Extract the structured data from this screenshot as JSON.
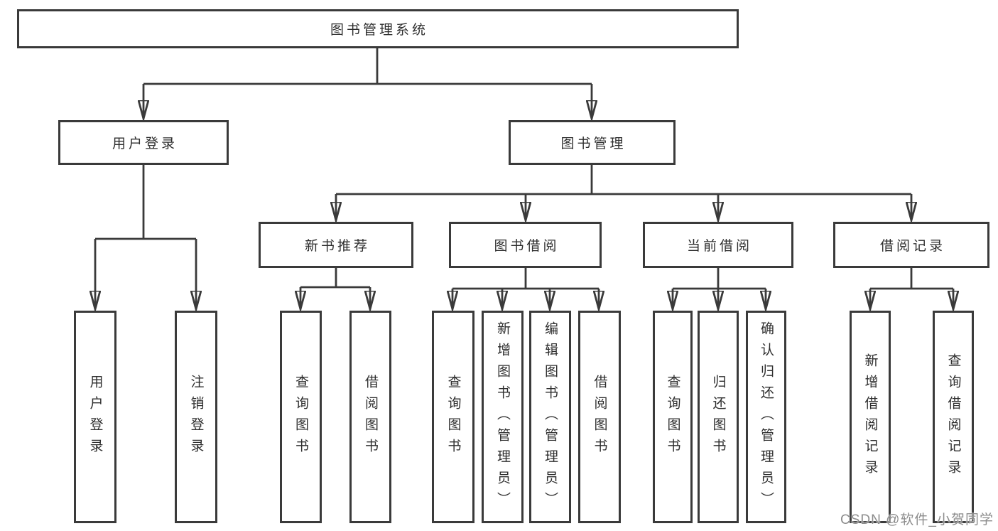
{
  "nodes": {
    "root": "图书管理系统",
    "l2": [
      "用户登录",
      "图书管理"
    ],
    "l3": [
      "新书推荐",
      "图书借阅",
      "当前借阅",
      "借阅记录"
    ],
    "l4_login": [
      "用户登录",
      "注销登录"
    ],
    "l4_newbook": [
      "查询图书",
      "借阅图书"
    ],
    "l4_bookborrow": [
      "查询图书",
      "新增图书（管理员）",
      "编辑图书（管理员）",
      "借阅图书"
    ],
    "l4_currentborrow": [
      "查询图书",
      "归还图书",
      "确认归还（管理员）"
    ],
    "l4_records": [
      "新增借阅记录",
      "查询借阅记录"
    ]
  },
  "watermark": "CSDN @软件_小贺同学",
  "colors": {
    "line": "#3a3a3a",
    "text": "#2e2e2e",
    "background": "#ffffff",
    "watermark": "#8c8c8c"
  }
}
